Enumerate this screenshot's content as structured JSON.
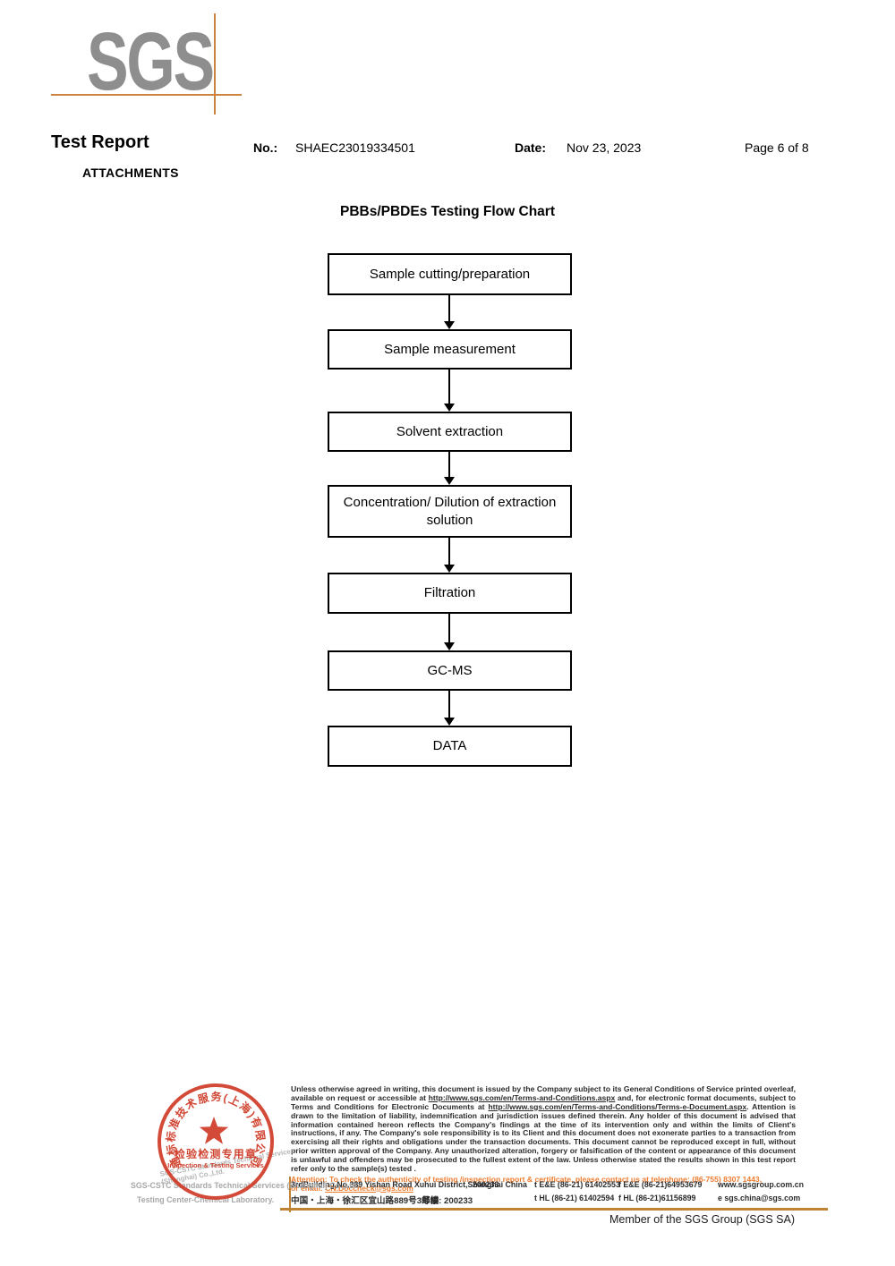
{
  "header": {
    "logo_text": "SGS",
    "report_title": "Test Report",
    "attachments": "ATTACHMENTS",
    "no_label": "No.:",
    "no_value": "SHAEC23019334501",
    "date_label": "Date:",
    "date_value": "Nov 23, 2023",
    "page": "Page 6 of 8"
  },
  "flow": {
    "title": "PBBs/PBDEs Testing Flow Chart",
    "steps": [
      {
        "label": "Sample cutting/preparation"
      },
      {
        "label": "Sample measurement"
      },
      {
        "label": "Solvent extraction"
      },
      {
        "label": "Concentration/ Dilution of extraction solution"
      },
      {
        "label": "Filtration"
      },
      {
        "label": "GC-MS"
      },
      {
        "label": "DATA"
      }
    ]
  },
  "footer": {
    "terms": {
      "p1": "Unless otherwise agreed in writing, this document is issued by the Company subject to its General Conditions of Service printed overleaf, available on request or accessible at ",
      "link1": "http://www.sgs.com/en/Terms-and-Conditions.aspx",
      "p2": " and, for electronic format documents, subject to Terms and Conditions for Electronic Documents at ",
      "link2": "http://www.sgs.com/en/Terms-and-Conditions/Terms-e-Document.aspx",
      "p3": ". Attention is drawn to the limitation of liability, indemnification and jurisdiction issues defined therein. Any holder of this document is advised that information contained hereon reflects the Company's findings at the time of its intervention only and within the limits of Client's instructions, if any. The Company's sole responsibility is to its Client and this document does not exonerate parties to a transaction from exercising all their rights and obligations under the transaction documents. This document cannot be reproduced except in full, without prior written approval of the Company. Any unauthorized alteration, forgery or falsification of the content or appearance of this document is unlawful and offenders may be prosecuted to the fullest extent of the law. Unless otherwise stated the results shown in this test report refer only to the sample(s) tested ."
    },
    "attention_line1": "Attention: To check the authenticity of testing /inspection report & certificate, please contact us at telephone: (86-755) 8307 1443,",
    "attention_line2_prefix": "or email: ",
    "attention_email": "CN.Doccheck@sgs.com",
    "stamp": {
      "ring_text": "通标标准技术服务(上海)有限公司",
      "seal_cn": "检验检测专用章",
      "seal_en": "Inspection & Testing Services"
    },
    "company_line1": "SGS-CSTC Standards Technical Services (Shanghai) Co.,Ltd.",
    "company_line2": "Testing Center-Chemical Laboratory.",
    "address": {
      "en": "3rdBuilding,No.889 Yishan Road Xuhui District,Shanghai China",
      "en_postal": "200233",
      "tel1": "t E&E (86-21) 61402553",
      "fax1": "f E&E (86-21)64953679",
      "web": "www.sgsgroup.com.cn",
      "cn": "中国・上海・徐汇区宜山路889号3号楼",
      "cn_postal": "邮编: 200233",
      "tel2": "t HL (86-21) 61402594",
      "fax2": "f HL (86-21)61156899",
      "email": "e sgs.china@sgs.com"
    },
    "member": "Member of the SGS Group (SGS SA)"
  }
}
